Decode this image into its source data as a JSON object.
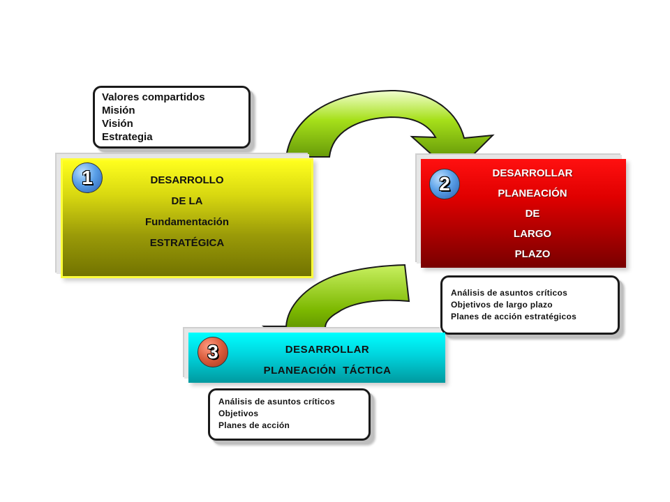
{
  "notes": {
    "top": [
      "Valores compartidos",
      "Misión",
      "Visión",
      "Estrategia"
    ],
    "right": [
      "Análisis de asuntos críticos",
      "Objetivos de largo plazo",
      "Planes de acción estratégicos"
    ],
    "bottom": [
      "Análisis de asuntos críticos",
      "Objetivos",
      "Planes de acción"
    ]
  },
  "boxes": {
    "box1": {
      "number": "1",
      "lines": [
        "DESARROLLO",
        "DE LA",
        "Fundamentación",
        "ESTRATÉGICA"
      ]
    },
    "box2": {
      "number": "2",
      "lines": [
        "DESARROLLAR",
        "PLANEACIÓN",
        "DE",
        "LARGO",
        "PLAZO"
      ]
    },
    "box3": {
      "number": "3",
      "lines": [
        "DESARROLLAR",
        "PLANEACIÓN  TÁCTICA"
      ]
    }
  },
  "colors": {
    "box1": "#ffff1e",
    "box2": "#e00000",
    "box3": "#00d4dd",
    "arrow": "#8fcc00"
  }
}
